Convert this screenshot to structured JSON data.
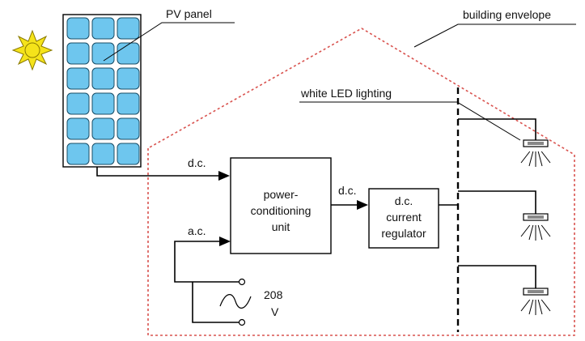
{
  "labels": {
    "pv_panel": "PV panel",
    "building_envelope": "building envelope",
    "white_led_lighting": "white LED lighting",
    "dc_input": "d.c.",
    "ac_input": "a.c.",
    "dc_output": "d.c.",
    "voltage_value": "208",
    "voltage_unit": "V"
  },
  "blocks": {
    "pcu": {
      "line1": "power-",
      "line2": "conditioning",
      "line3": "unit"
    },
    "regulator": {
      "line1": "d.c.",
      "line2": "current",
      "line3": "regulator"
    }
  },
  "colors": {
    "envelope": "#d9534f",
    "pv_cell": "#6ec6ee",
    "pv_frame": "#ffffff",
    "sun": "#f5e31a",
    "line": "#000000"
  },
  "icons": [
    "sun-icon",
    "pv-panel-icon",
    "ac-source-icon",
    "led-lamp-icon"
  ]
}
